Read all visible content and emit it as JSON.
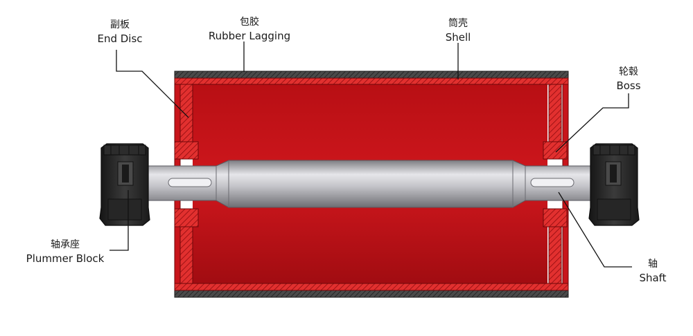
{
  "labels": {
    "end_disc": {
      "zh": "副板",
      "en": "End Disc"
    },
    "rubber_lagging": {
      "zh": "包胶",
      "en": "Rubber Lagging"
    },
    "shell": {
      "zh": "筒壳",
      "en": "Shell"
    },
    "boss": {
      "zh": "轮毂",
      "en": "Boss"
    },
    "plummer_block": {
      "zh": "轴承座",
      "en": "Plummer Block"
    },
    "shaft": {
      "zh": "轴",
      "en": "Shaft"
    }
  },
  "colors": {
    "drum_red": "#c8151b",
    "drum_dark_red": "#8e0a0e",
    "lagging": "#3a3a3a",
    "shaft": "#b9b9be",
    "bearing": "#2a2a2a"
  }
}
